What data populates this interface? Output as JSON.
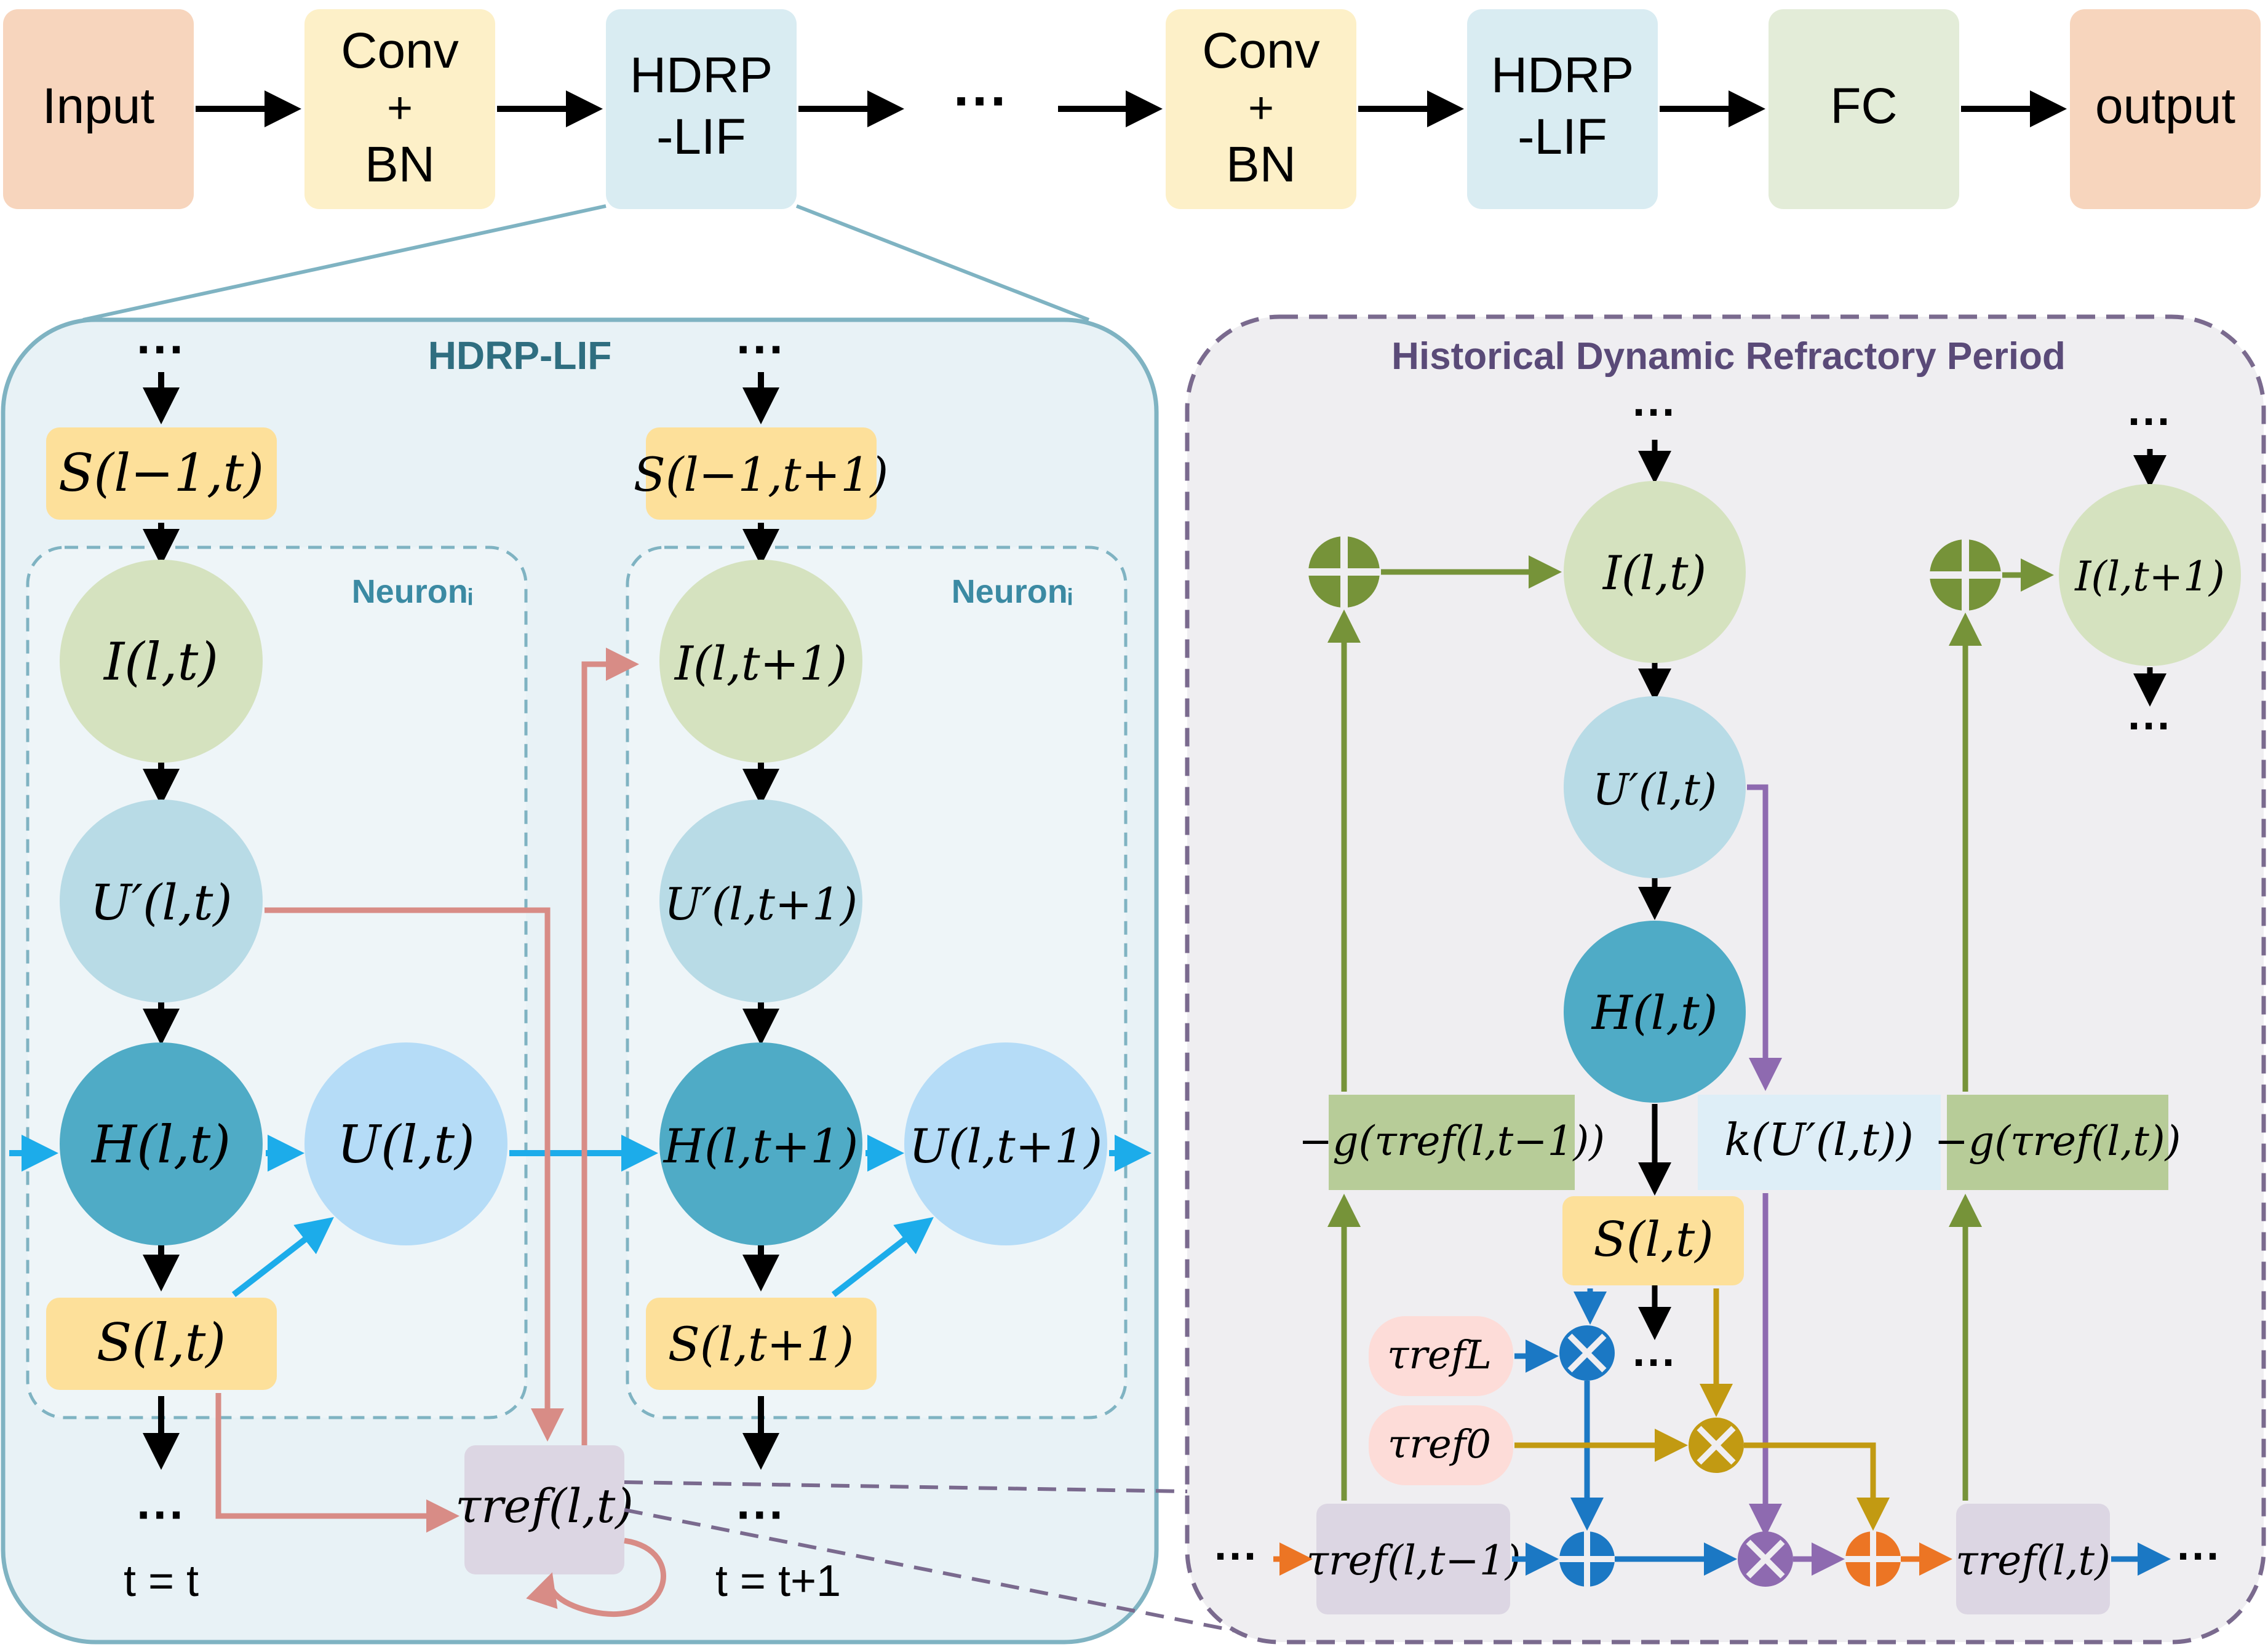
{
  "pipeline": {
    "input": "Input",
    "conv1": [
      "Conv",
      "+",
      "BN"
    ],
    "hdrp1": [
      "HDRP",
      "-LIF"
    ],
    "dots": "···",
    "conv2": [
      "Conv",
      "+",
      "BN"
    ],
    "hdrp2": [
      "HDRP",
      "-LIF"
    ],
    "fc": "FC",
    "output": "output"
  },
  "hdrp_panel": {
    "title": "HDRP-LIF",
    "neuron_label": "Neuronᵢ",
    "t_label": "t = t",
    "t1_label": "t = t+1",
    "dots": "···",
    "nodes": {
      "s_prev_t": "S(l−1,t)",
      "s_prev_t1": "S(l−1,t+1)",
      "i_t": "I(l,t)",
      "i_t1": "I(l,t+1)",
      "uprime_t": "U′(l,t)",
      "uprime_t1": "U′(l,t+1)",
      "h_t": "H(l,t)",
      "h_t1": "H(l,t+1)",
      "u_t": "U(l,t)",
      "u_t1": "U(l,t+1)",
      "s_t": "S(l,t)",
      "s_t1": "S(l,t+1)",
      "tau_ref": "τref(l,t)"
    }
  },
  "hdrp_period": {
    "title": "Historical Dynamic Refractory Period",
    "dots": "···",
    "nodes": {
      "i_t": "I(l,t)",
      "i_t1": "I(l,t+1)",
      "uprime_t": "U′(l,t)",
      "h_t": "H(l,t)",
      "s_t": "S(l,t)",
      "g_prev": "−g(τref(l,t−1))",
      "k_u": "k(U′(l,t))",
      "g_t": "−g(τref(l,t))",
      "tau_L": "τrefL",
      "tau_0": "τref0",
      "tau_prev": "τref(l,t−1)",
      "tau_t": "τref(l,t)"
    }
  },
  "colors": {
    "input_fill": "#f7d5bd",
    "conv_fill": "#fdf0c8",
    "hdrp_fill": "#d9ecf2",
    "fc_fill": "#e3ecd8",
    "panel_fill": "#e8f2f6",
    "panel_stroke": "#7fb3c2",
    "right_panel_fill": "#efeef1",
    "right_panel_stroke": "#7a6a8e",
    "I_fill": "#d5e2bf",
    "Uprime_fill": "#b8dbe6",
    "H_fill": "#4fabc6",
    "U_fill": "#b5dcf7",
    "S_fill": "#fde09a",
    "tau_fill": "#dcd6e3",
    "g_fill": "#b7cc98",
    "k_fill": "#deeef7",
    "pink_fill": "#fddcd8",
    "green_arrow": "#769339",
    "purple_arrow": "#8e6ab0",
    "blue_arrow": "#1b78c4",
    "cyan_arrow": "#1cacea",
    "gold_arrow": "#c29a12",
    "orange_arrow": "#ec7524",
    "salmon_arrow": "#d88c86"
  }
}
